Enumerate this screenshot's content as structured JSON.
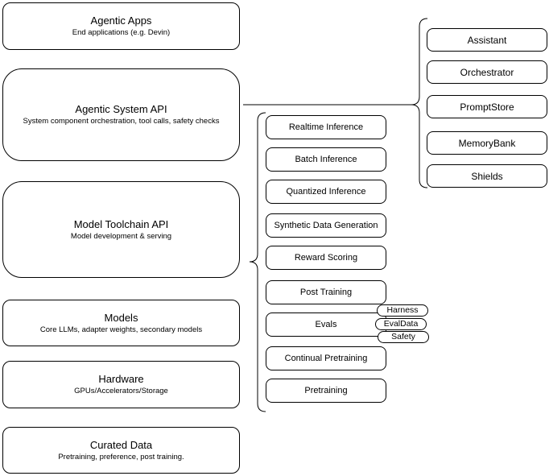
{
  "diagram": {
    "colors": {
      "stroke": "#000000",
      "fill": "#ffffff",
      "text": "#000000"
    },
    "left_column": {
      "boxes": [
        {
          "title": "Agentic Apps",
          "subtitle": "End applications (e.g. Devin)"
        },
        {
          "title": "Agentic System API",
          "subtitle": "System component orchestration, tool calls, safety checks"
        },
        {
          "title": "Model Toolchain API",
          "subtitle": "Model development & serving"
        },
        {
          "title": "Models",
          "subtitle": "Core LLMs, adapter weights, secondary models"
        },
        {
          "title": "Hardware",
          "subtitle": "GPUs/Accelerators/Storage"
        },
        {
          "title": "Curated Data",
          "subtitle": "Pretraining, preference, post training."
        }
      ]
    },
    "toolchain_group": {
      "items": [
        "Realtime Inference",
        "Batch Inference",
        "Quantized Inference",
        "Synthetic Data Generation",
        "Reward Scoring",
        "Post Training",
        "Evals",
        "Continual Pretraining",
        "Pretraining"
      ],
      "evals_tags": [
        "Harness",
        "EvalData",
        "Safety"
      ]
    },
    "system_group": {
      "items": [
        "Assistant",
        "Orchestrator",
        "PromptStore",
        "MemoryBank",
        "Shields"
      ]
    }
  }
}
